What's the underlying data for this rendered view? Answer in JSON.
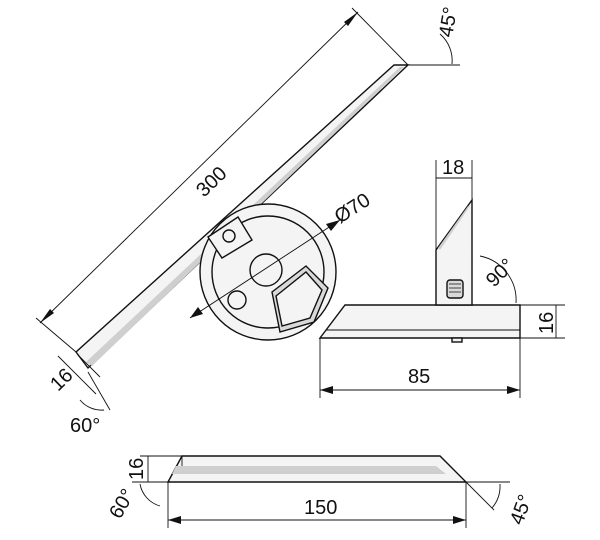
{
  "diagram": {
    "labels": {
      "blade_length": "300",
      "blade_width": "16",
      "blade_angle_tip": "45°",
      "blade_angle_end": "60°",
      "dial_diameter": "Ø70",
      "stock_length": "85",
      "stock_height": "16",
      "square_width": "18",
      "square_angle": "90°",
      "bottom_height": "16",
      "bottom_length": "150",
      "bottom_angle_left": "60°",
      "bottom_angle_right": "45°"
    }
  }
}
